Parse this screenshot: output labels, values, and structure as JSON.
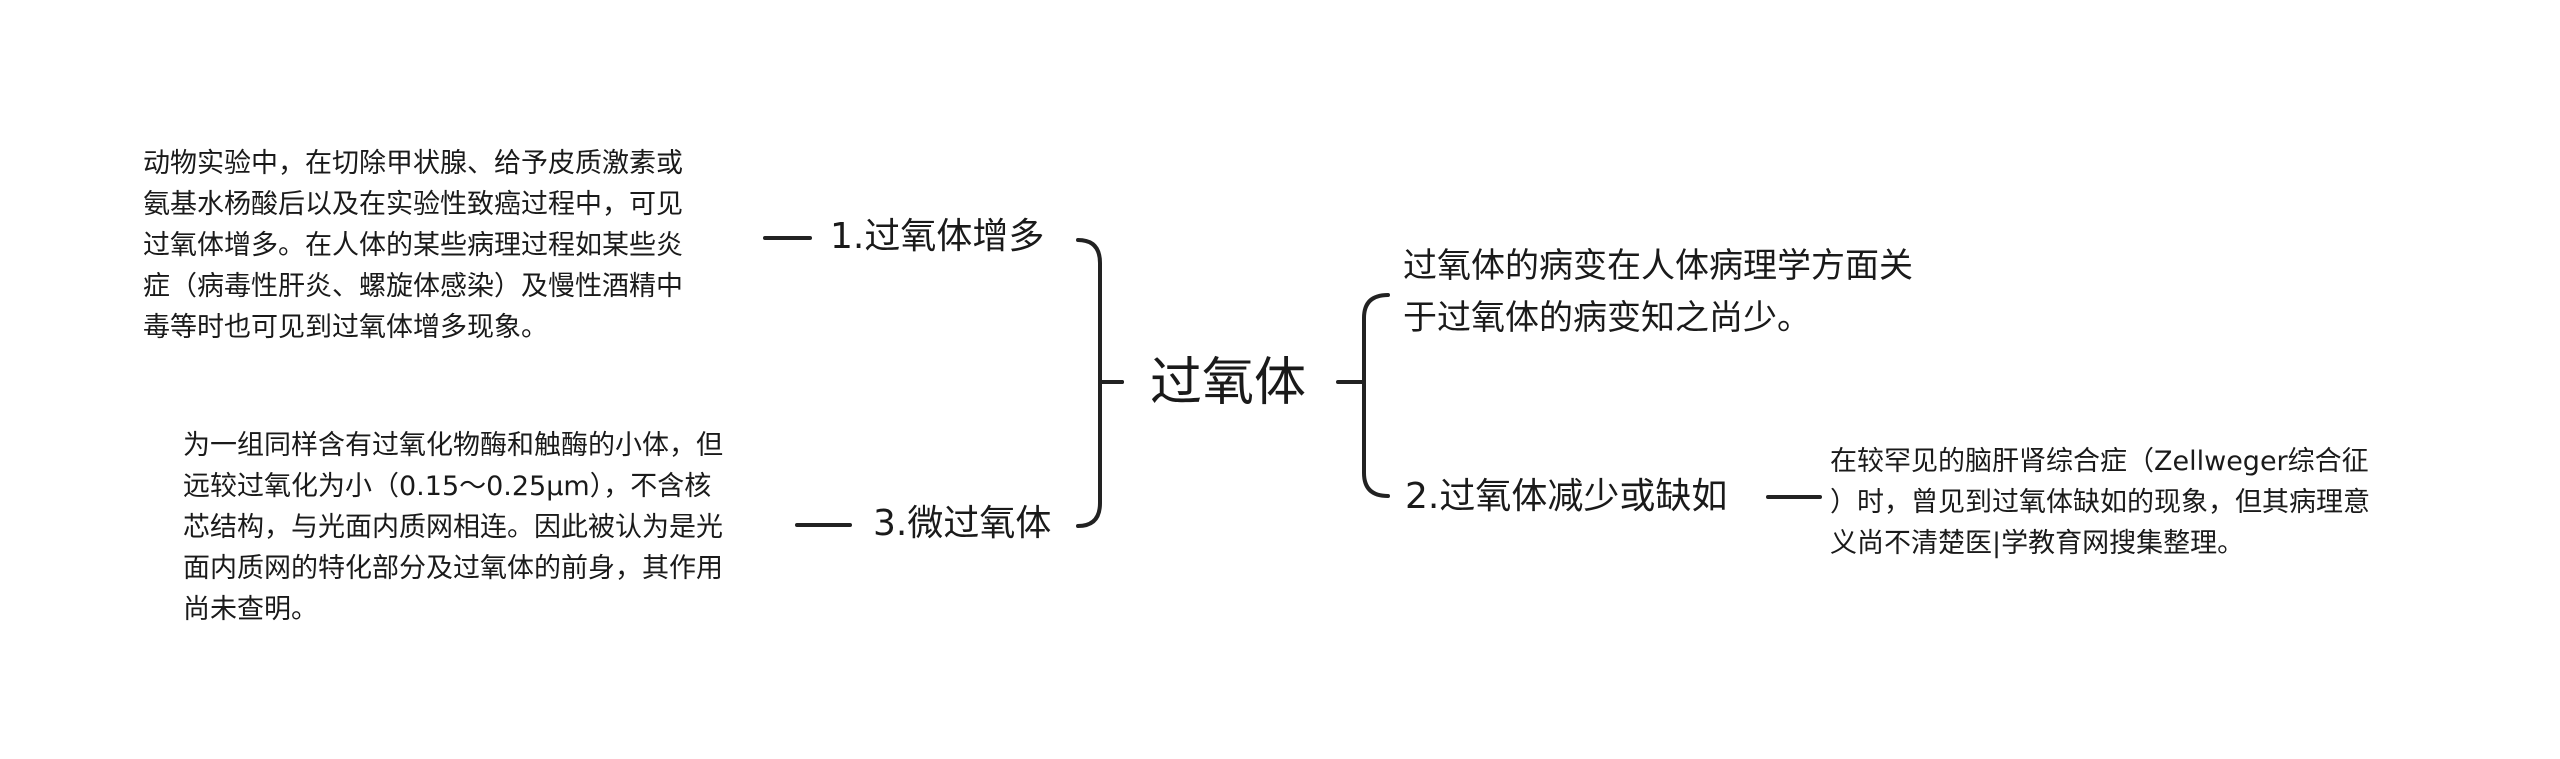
{
  "root": {
    "label": "过氧体"
  },
  "right": {
    "intro": {
      "lines": [
        "过氧体的病变在人体病理学方面关",
        "于过氧体的病变知之尚少。"
      ]
    },
    "branch2": {
      "label": "2.过氧体减少或缺如",
      "detail_lines": [
        "在较罕见的脑肝肾综合症（Zellweger综合征",
        "）时，曾见到过氧体缺如的现象，但其病理意",
        "义尚不清楚医|学教育网搜集整理。"
      ]
    }
  },
  "left": {
    "branch1": {
      "label": "1.过氧体增多",
      "detail_lines": [
        "动物实验中，在切除甲状腺、给予皮质激素或",
        "氨基水杨酸后以及在实验性致癌过程中，可见",
        "过氧体增多。在人体的某些病理过程如某些炎",
        "症（病毒性肝炎、螺旋体感染）及慢性酒精中",
        "毒等时也可见到过氧体增多现象。"
      ]
    },
    "branch3": {
      "label": "3.微过氧体",
      "detail_lines": [
        "为一组同样含有过氧化物酶和触酶的小体，但",
        "远较过氧化为小（0.15～0.25μm），不含核",
        "芯结构，与光面内质网相连。因此被认为是光",
        "面内质网的特化部分及过氧体的前身，其作用",
        "尚未查明。"
      ]
    }
  },
  "colors": {
    "line": "#222222",
    "text": "#1a1a1a"
  }
}
